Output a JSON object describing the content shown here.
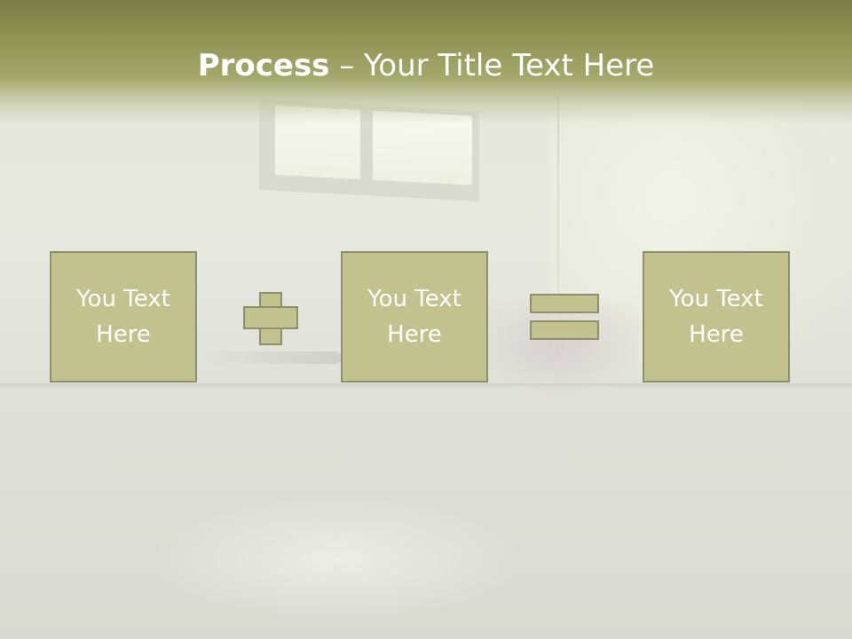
{
  "slide": {
    "title_bold": "Process",
    "title_rest": " – Your Title Text Here",
    "boxes": [
      {
        "text": "You Text Here"
      },
      {
        "text": "You Text Here"
      },
      {
        "text": "You Text Here"
      }
    ],
    "operators": [
      "plus",
      "equals"
    ]
  },
  "colors": {
    "title_bar": "#8f9455",
    "box_fill": "#c2c28e",
    "box_border": "#8e8f6c",
    "text": "#ffffff"
  }
}
